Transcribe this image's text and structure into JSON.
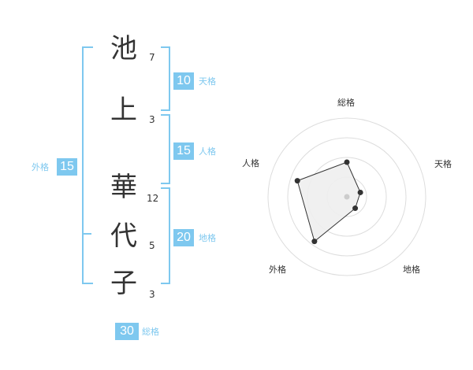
{
  "name": {
    "characters": [
      {
        "char": "池",
        "strokes": "7"
      },
      {
        "char": "上",
        "strokes": "3"
      },
      {
        "char": "華",
        "strokes": "12"
      },
      {
        "char": "代",
        "strokes": "5"
      },
      {
        "char": "子",
        "strokes": "3"
      }
    ]
  },
  "fortune": {
    "tenkaku": {
      "value": "10",
      "label": "天格"
    },
    "jinkaku": {
      "value": "15",
      "label": "人格"
    },
    "chikaku": {
      "value": "20",
      "label": "地格"
    },
    "gaikaku": {
      "value": "15",
      "label": "外格"
    },
    "soukaku": {
      "value": "30",
      "label": "総格"
    }
  },
  "chart_data": {
    "type": "radar",
    "axes": [
      "総格",
      "天格",
      "地格",
      "外格",
      "人格"
    ],
    "values": [
      2.2,
      0.9,
      0.9,
      3.5,
      3.3
    ],
    "max": 5,
    "rings": 4,
    "colors": {
      "accent": "#7ec8ef",
      "fill": "#eeeeee",
      "stroke": "#333333",
      "ring": "#dddddd"
    }
  }
}
